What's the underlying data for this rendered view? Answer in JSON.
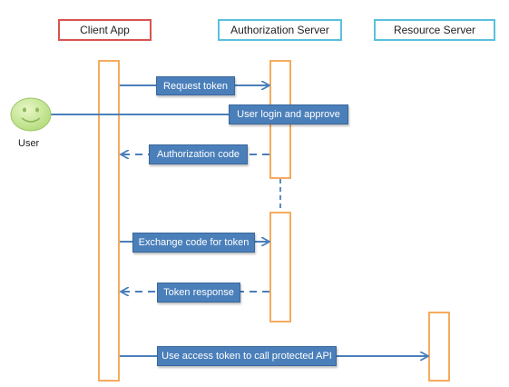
{
  "participants": {
    "client": {
      "label": "Client App",
      "border_color": "#d9534f"
    },
    "auth": {
      "label": "Authorization Server",
      "border_color": "#5bc0de"
    },
    "resource": {
      "label": "Resource Server",
      "border_color": "#5bc0de"
    }
  },
  "actor": {
    "label": "User",
    "face_color": "#c5e88e"
  },
  "messages": [
    {
      "label": "Request token",
      "style": "solid",
      "from": "client",
      "to": "auth"
    },
    {
      "label": "User login and approve",
      "style": "solid",
      "from": "user",
      "to": "auth"
    },
    {
      "label": "Authorization code",
      "style": "dashed",
      "from": "auth",
      "to": "client"
    },
    {
      "label": "Exchange code for token",
      "style": "solid",
      "from": "client",
      "to": "auth"
    },
    {
      "label": "Token response",
      "style": "dashed",
      "from": "auth",
      "to": "client"
    },
    {
      "label": "Use access token to call protected API",
      "style": "solid",
      "from": "client",
      "to": "resource"
    }
  ],
  "colors": {
    "lifeline": "#f6ab5e",
    "arrow": "#4a7fba",
    "label_bg": "#4a7fba"
  }
}
